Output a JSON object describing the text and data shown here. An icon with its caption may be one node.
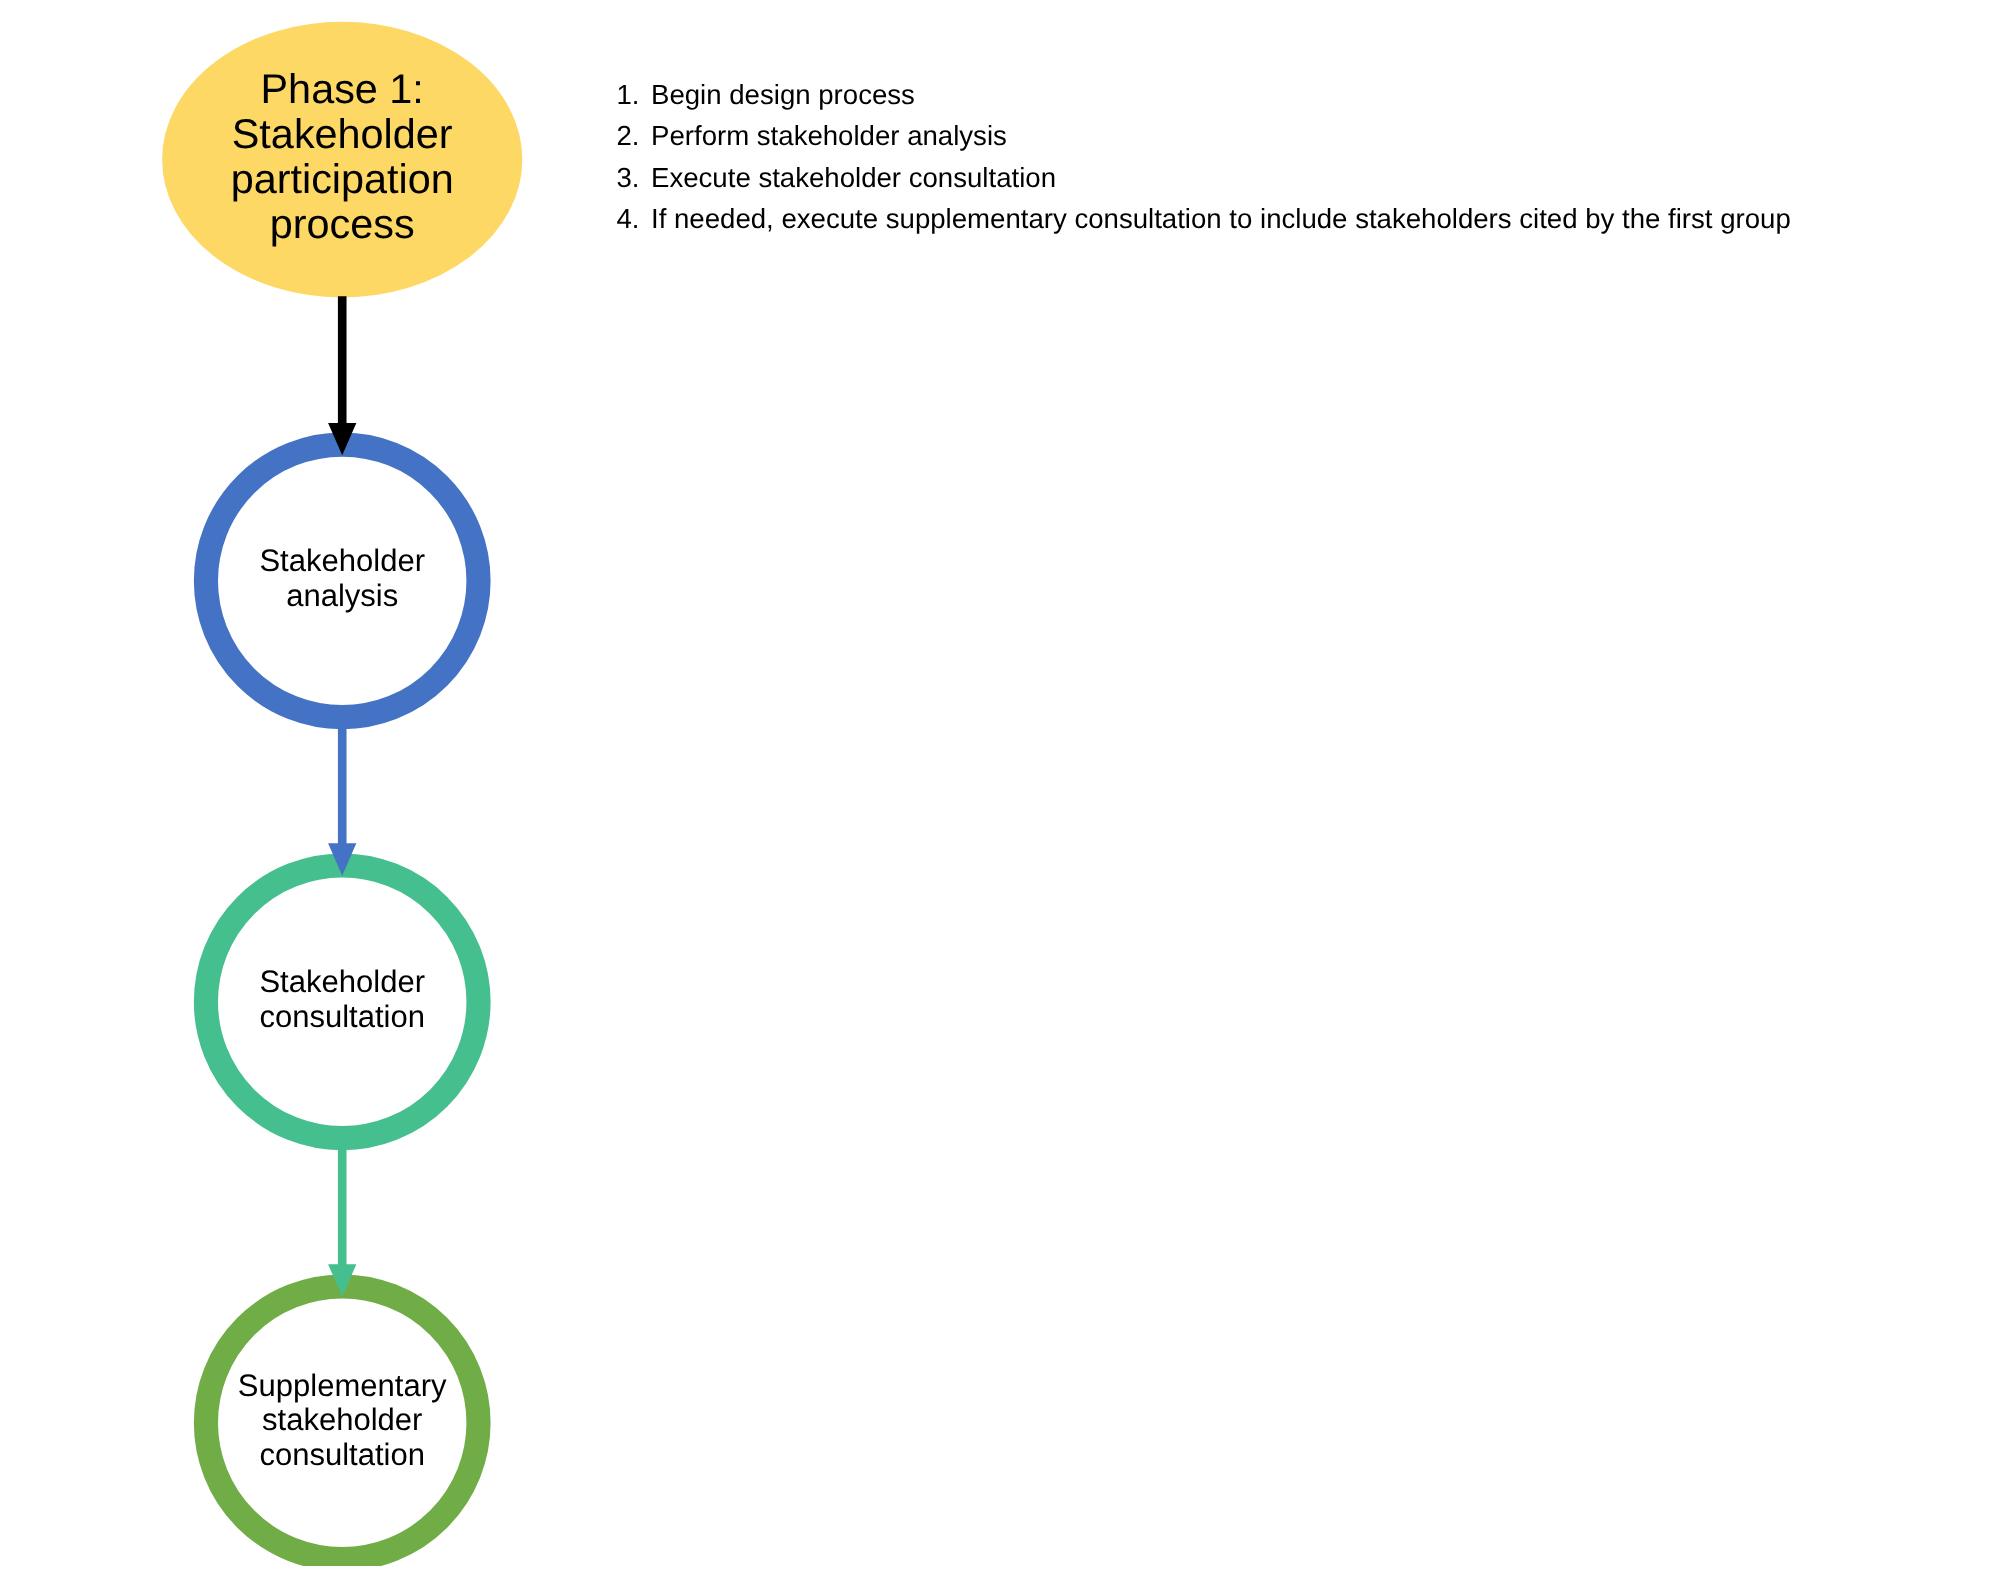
{
  "diagram": {
    "nodes": [
      {
        "text": [
          "Phase 1: Stakeholder participation process"
        ]
      },
      {
        "text": [
          "Stakeholder analysis"
        ]
      },
      {
        "text": [
          "Stakeholder consultation"
        ]
      },
      {
        "text": [
          "Supplementary stakeholder consultation"
        ]
      }
    ],
    "edges": [
      {
        "from": 0,
        "to": 1,
        "arrow": "to",
        "color": "#000000"
      },
      {
        "from": 1,
        "to": 2,
        "arrow": "to",
        "color": "#4472c4"
      },
      {
        "from": 2,
        "to": 3,
        "arrow": "to",
        "color": "#45bf8e"
      }
    ],
    "labels": [
      "1.",
      "Begin design process",
      "2.",
      "Perform stakeholder analysis",
      "3.",
      "Execute stakeholder consultation",
      "4.",
      "If needed, execute supplementary consultation to include stakeholders cited by the first group"
    ]
  }
}
